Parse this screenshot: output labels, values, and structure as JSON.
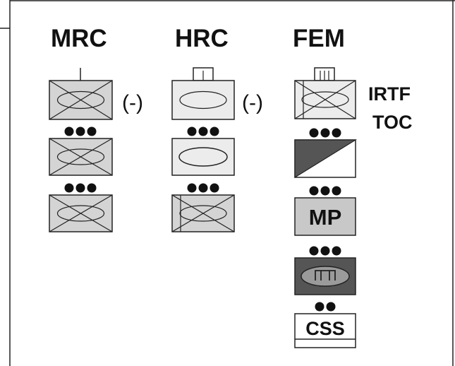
{
  "columns": {
    "mrc": {
      "title": "MRC",
      "modifier": "(-)"
    },
    "hrc": {
      "title": "HRC",
      "modifier": "(-)"
    },
    "fem": {
      "title": "FEM",
      "side_label_1": "IRTF",
      "side_label_2": "TOC"
    }
  },
  "unit_labels": {
    "mp": "MP",
    "css": "CSS"
  },
  "size_indicators": {
    "company": "●●●",
    "platoon": "●●"
  },
  "colors": {
    "frame": "#222222",
    "light_gray": "#d4d4d4",
    "very_light_gray": "#ececec",
    "dark_gray": "#555555",
    "mp_fill": "#c8c8c8",
    "white": "#ffffff"
  }
}
